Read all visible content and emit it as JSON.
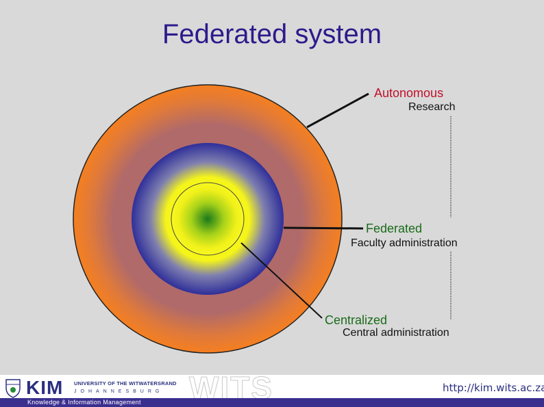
{
  "title": "Federated system",
  "labels": {
    "autonomous": {
      "main": "Autonomous",
      "sub": "Research"
    },
    "federated": {
      "main": "Federated",
      "sub": "Faculty administration"
    },
    "centralized": {
      "main": "Centralized",
      "sub": "Central administration"
    }
  },
  "colors": {
    "title": "#2e1a8c",
    "outer_ring": "#f57f20",
    "middle_ring": "#2f2f9a",
    "inner_core": "#f5f51a",
    "center": "#1b7a1b",
    "autonomous_label": "#c0102a",
    "federated_label": "#1a6b1a",
    "centralized_label": "#1a6b1a"
  },
  "footer": {
    "kim": "KIM",
    "university_line1": "UNIVERSITY OF THE WITWATERSRAND",
    "university_line2": "JOHANNESBURG",
    "wits": "WITS",
    "tagline": "Knowledge & Information Management",
    "url": "http://kim.wits.ac.za"
  }
}
